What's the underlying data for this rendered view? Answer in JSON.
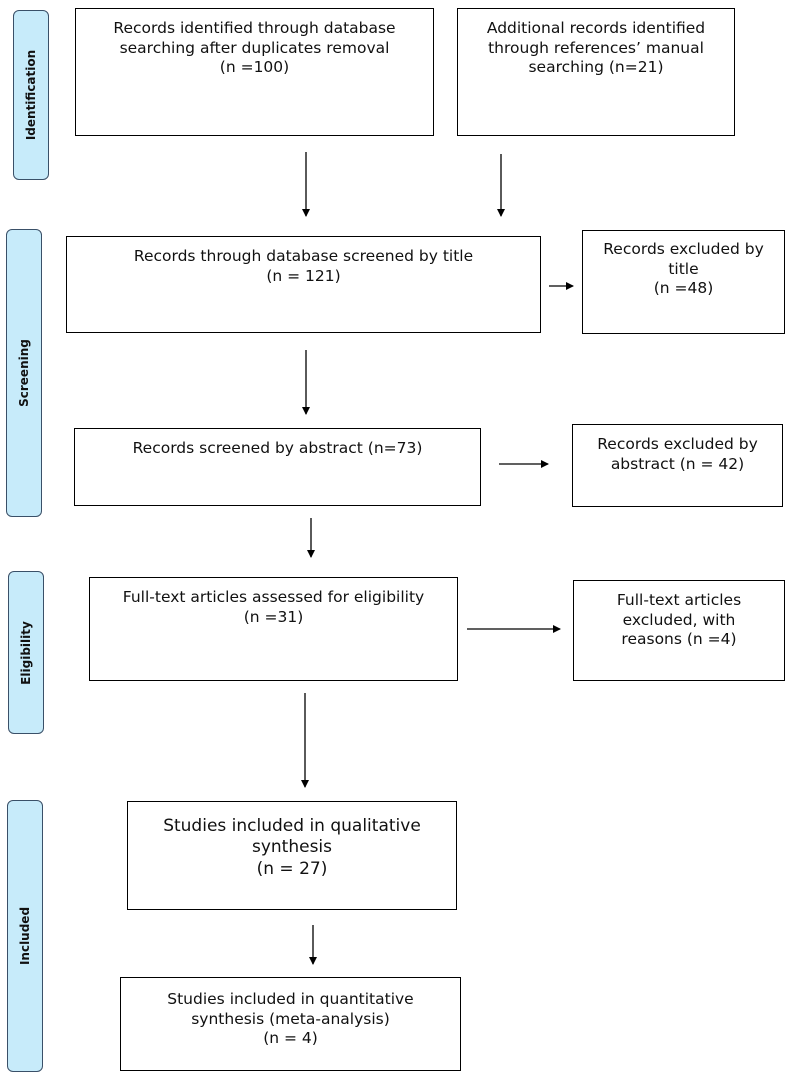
{
  "stages": {
    "identification": "Identification",
    "screening": "Screening",
    "eligibility": "Eligibility",
    "included": "Included"
  },
  "boxes": {
    "database_records": {
      "lines": [
        "Records identified through database",
        "searching after duplicates removal",
        "(n =100)"
      ]
    },
    "additional_records": {
      "lines": [
        "Additional records identified",
        "through references’ manual",
        "searching (n=21)"
      ]
    },
    "screened_by_title": {
      "lines": [
        "Records through database screened by title",
        "(n = 121)"
      ]
    },
    "excluded_by_title": {
      "lines": [
        "Records excluded by",
        "title",
        "(n =48)"
      ]
    },
    "screened_by_abstract": {
      "lines": [
        "Records screened by abstract (n=73)"
      ]
    },
    "excluded_by_abstract": {
      "lines": [
        "Records excluded by",
        "abstract (n = 42)"
      ]
    },
    "fulltext_assessed": {
      "lines": [
        "Full-text articles assessed for eligibility",
        "(n =31)"
      ]
    },
    "fulltext_excluded": {
      "lines": [
        "Full-text articles",
        "excluded, with",
        "reasons (n =4)"
      ]
    },
    "qualitative": {
      "lines": [
        "Studies included in qualitative",
        "synthesis",
        "(n = 27)"
      ]
    },
    "quantitative": {
      "lines": [
        "Studies included in quantitative",
        "synthesis (meta-analysis)",
        "(n =  4)"
      ]
    }
  }
}
